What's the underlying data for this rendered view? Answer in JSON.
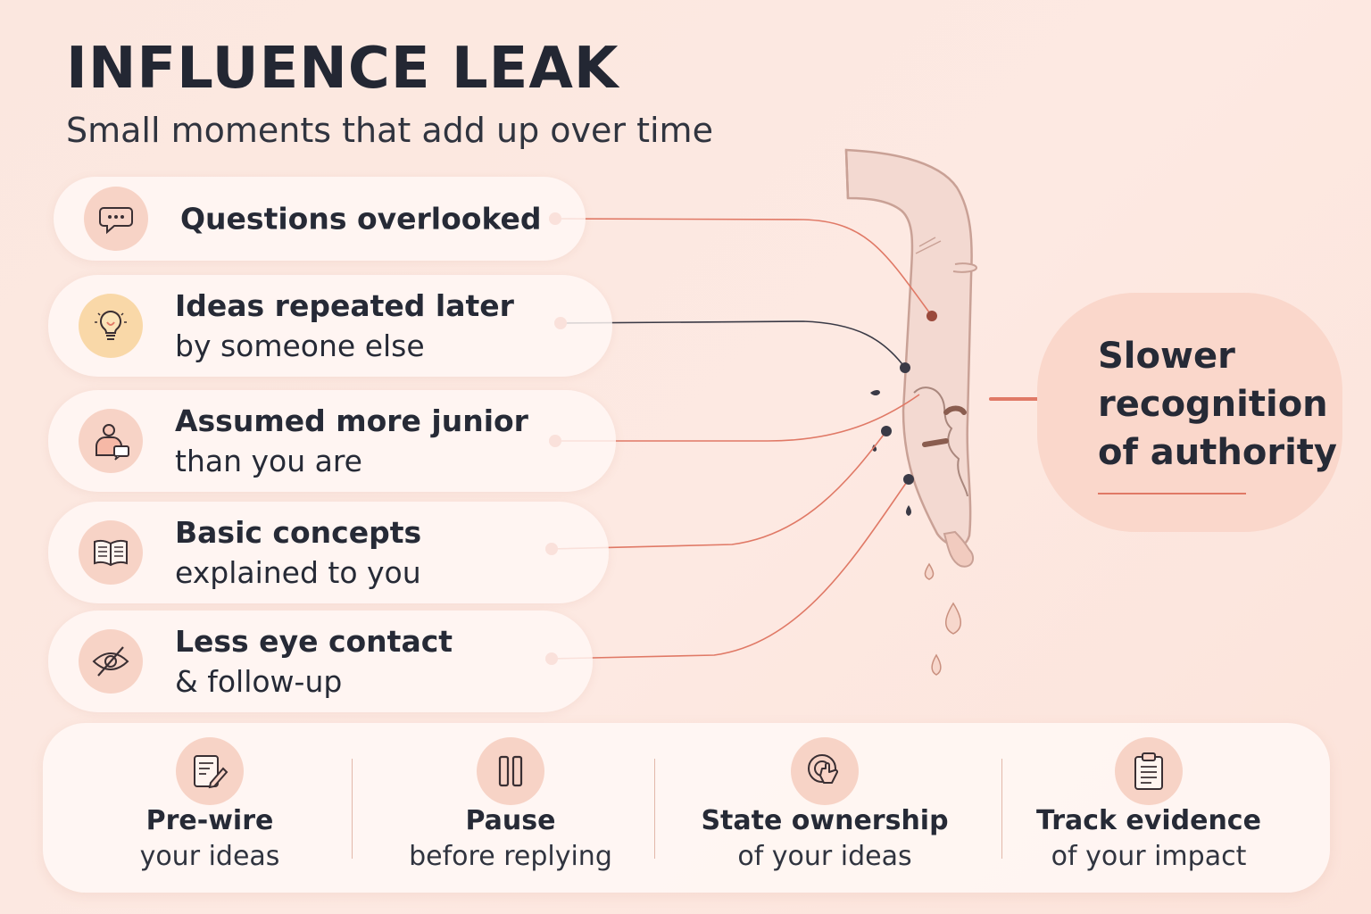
{
  "header": {
    "title": "INFLUENCE LEAK",
    "subtitle": "Small moments that add up over time"
  },
  "causes": [
    {
      "icon": "speech-bubble-icon",
      "line1": "Questions overlooked",
      "line2": ""
    },
    {
      "icon": "lightbulb-icon",
      "line1": "Ideas repeated later",
      "line2": "by someone else"
    },
    {
      "icon": "person-chat-icon",
      "line1": "Assumed more junior",
      "line2": "than you are"
    },
    {
      "icon": "open-book-icon",
      "line1": "Basic concepts",
      "line2": "explained to you"
    },
    {
      "icon": "eye-slash-icon",
      "line1": "Less eye contact",
      "line2": "& follow-up"
    }
  ],
  "result": {
    "lines": [
      "Slower",
      "recognition",
      "of authority"
    ]
  },
  "tips": [
    {
      "icon": "notepad-pen-icon",
      "label": "Pre-wire",
      "sub": "your ideas"
    },
    {
      "icon": "pause-icon",
      "label": "Pause",
      "sub": "before replying"
    },
    {
      "icon": "touch-target-icon",
      "label": "State ownership",
      "sub": "of your ideas"
    },
    {
      "icon": "clipboard-icon",
      "label": "Track evidence",
      "sub": "of your impact"
    }
  ],
  "colors": {
    "accent": "#e07966",
    "dot": "#e07966",
    "dark_dot": "#3a3a46",
    "pipe": "#f3d9d1",
    "pipe_stroke": "#d7b2a6"
  }
}
